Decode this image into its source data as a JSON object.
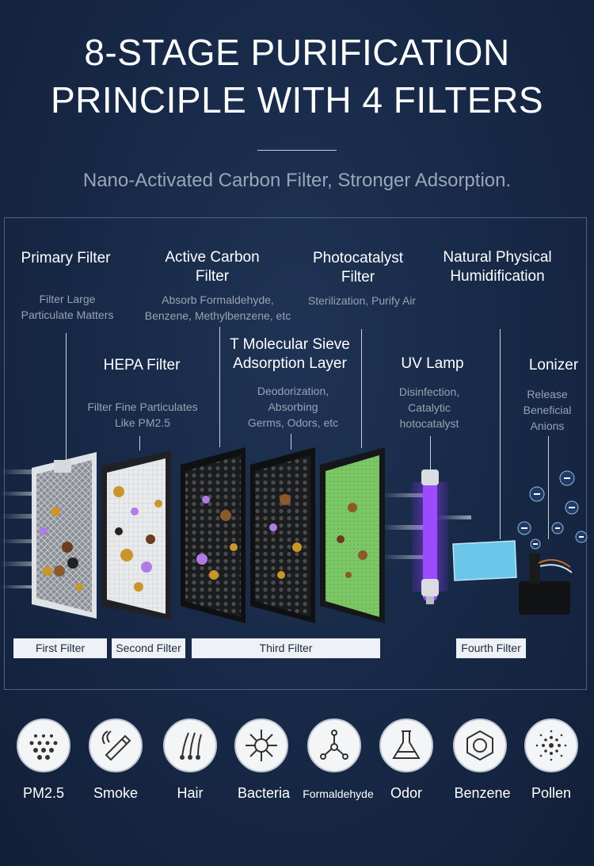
{
  "header": {
    "title_line1": "8-STAGE PURIFICATION",
    "title_line2": "PRINCIPLE WITH 4 FILTERS",
    "subtitle": "Nano-Activated Carbon Filter, Stronger Adsorption."
  },
  "stages": {
    "primary": {
      "name": "Primary Filter",
      "desc1": "Filter Large",
      "desc2": "Particulate Matters"
    },
    "carbon": {
      "name1": "Active Carbon",
      "name2": "Filter",
      "desc1": "Absorb Formaldehyde,",
      "desc2": "Benzene, Methylbenzene, etc"
    },
    "photo": {
      "name1": "Photocatalyst",
      "name2": "Filter",
      "desc1": "Sterilization, Purify Air"
    },
    "humid": {
      "name1": "Natural Physical",
      "name2": "Humidification"
    },
    "hepa": {
      "name": "HEPA Filter",
      "desc1": "Filter Fine Particulates",
      "desc2": "Like PM2.5"
    },
    "sieve": {
      "name1": "T Molecular Sieve",
      "name2": "Adsorption Layer",
      "desc1": "Deodorization,",
      "desc2": "Absorbing",
      "desc3": "Germs, Odors, etc"
    },
    "uv": {
      "name": "UV Lamp",
      "desc1": "Disinfection,",
      "desc2": "Catalytic",
      "desc3": "hotocatalyst"
    },
    "ionizer": {
      "name": "Lonizer",
      "desc1": "Release",
      "desc2": "Beneficial",
      "desc3": "Anions"
    }
  },
  "filter_tags": {
    "first": "First Filter",
    "second": "Second Filter",
    "third": "Third Filter",
    "fourth": "Fourth Filter"
  },
  "pollutants": [
    {
      "label": "PM2.5",
      "icon": "dots-icon"
    },
    {
      "label": "Smoke",
      "icon": "cigarette-icon"
    },
    {
      "label": "Hair",
      "icon": "hair-icon"
    },
    {
      "label": "Bacteria",
      "icon": "bacteria-icon"
    },
    {
      "label": "Formaldehyde",
      "icon": "molecule-icon"
    },
    {
      "label": "Odor",
      "icon": "flask-icon"
    },
    {
      "label": "Benzene",
      "icon": "benzene-icon"
    },
    {
      "label": "Pollen",
      "icon": "pollen-icon"
    }
  ],
  "colors": {
    "background": "#172846",
    "uv_purple": "#8a3cf0",
    "photocatalyst_green": "#7bc766",
    "humidifier_blue": "#6cc6ea",
    "particle_gold": "#c8962a",
    "particle_purple": "#b07be6"
  }
}
